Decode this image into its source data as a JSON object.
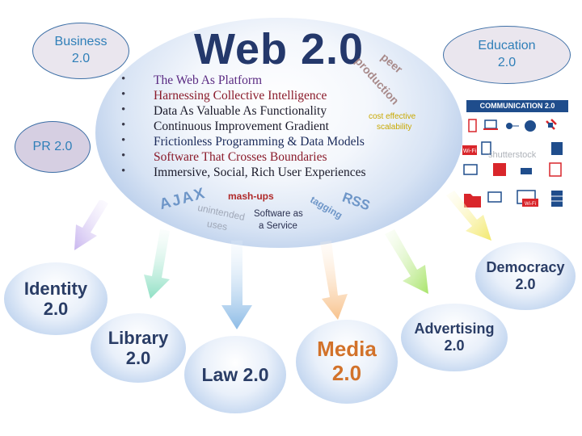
{
  "center": {
    "title": "Web 2.0",
    "bullets": [
      {
        "text": "The Web As Platform",
        "color": "#5a2a82"
      },
      {
        "text": "Harnessing Collective Intelligence",
        "color": "#8a1a2a"
      },
      {
        "text": "Data As Valuable As Functionality",
        "color": "#1a1a2a"
      },
      {
        "text": "Continuous Improvement Gradient",
        "color": "#1a1a2a"
      },
      {
        "text": "Frictionless Programming & Data Models",
        "color": "#1a2a5a"
      },
      {
        "text": "Software That Crosses Boundaries",
        "color": "#8a1a2a"
      },
      {
        "text": "Immersive, Social, Rich User Experiences",
        "color": "#1a1a2a"
      }
    ],
    "tags": {
      "peer": "peer",
      "production": "production",
      "cost_effective": "cost effective",
      "scalability": "scalability",
      "ajax": "AJAX",
      "mashups": "mash-ups",
      "rss": "RSS",
      "tagging": "tagging",
      "unintended": "unintended",
      "uses": "uses",
      "software_as": "Software as",
      "a_service": "a Service"
    }
  },
  "side_bubbles": {
    "business": {
      "line1": "Business",
      "line2": "2.0"
    },
    "education": {
      "line1": "Education",
      "line2": "2.0"
    },
    "pr": {
      "line1": "PR 2.0"
    }
  },
  "outer_bubbles": {
    "identity": {
      "line1": "Identity",
      "line2": "2.0"
    },
    "library": {
      "line1": "Library",
      "line2": "2.0"
    },
    "law": {
      "line1": "Law 2.0"
    },
    "media": {
      "line1": "Media",
      "line2": "2.0"
    },
    "advertising": {
      "line1": "Advertising",
      "line2": "2.0"
    },
    "democracy": {
      "line1": "Democracy",
      "line2": "2.0"
    }
  },
  "communication_panel": {
    "heading": "COMMUNICATION 2.0",
    "watermark": "shutterstock",
    "wifi_label_1": "Wi-Fi",
    "wifi_label_2": "Wi-Fi"
  },
  "colors": {
    "title": "#24386b",
    "side_text": "#2f7fb8",
    "outer_text": "#2a3d66",
    "media_text": "#d2722a",
    "panel_blue": "#1f4d8c",
    "icon_red": "#d9262b"
  }
}
